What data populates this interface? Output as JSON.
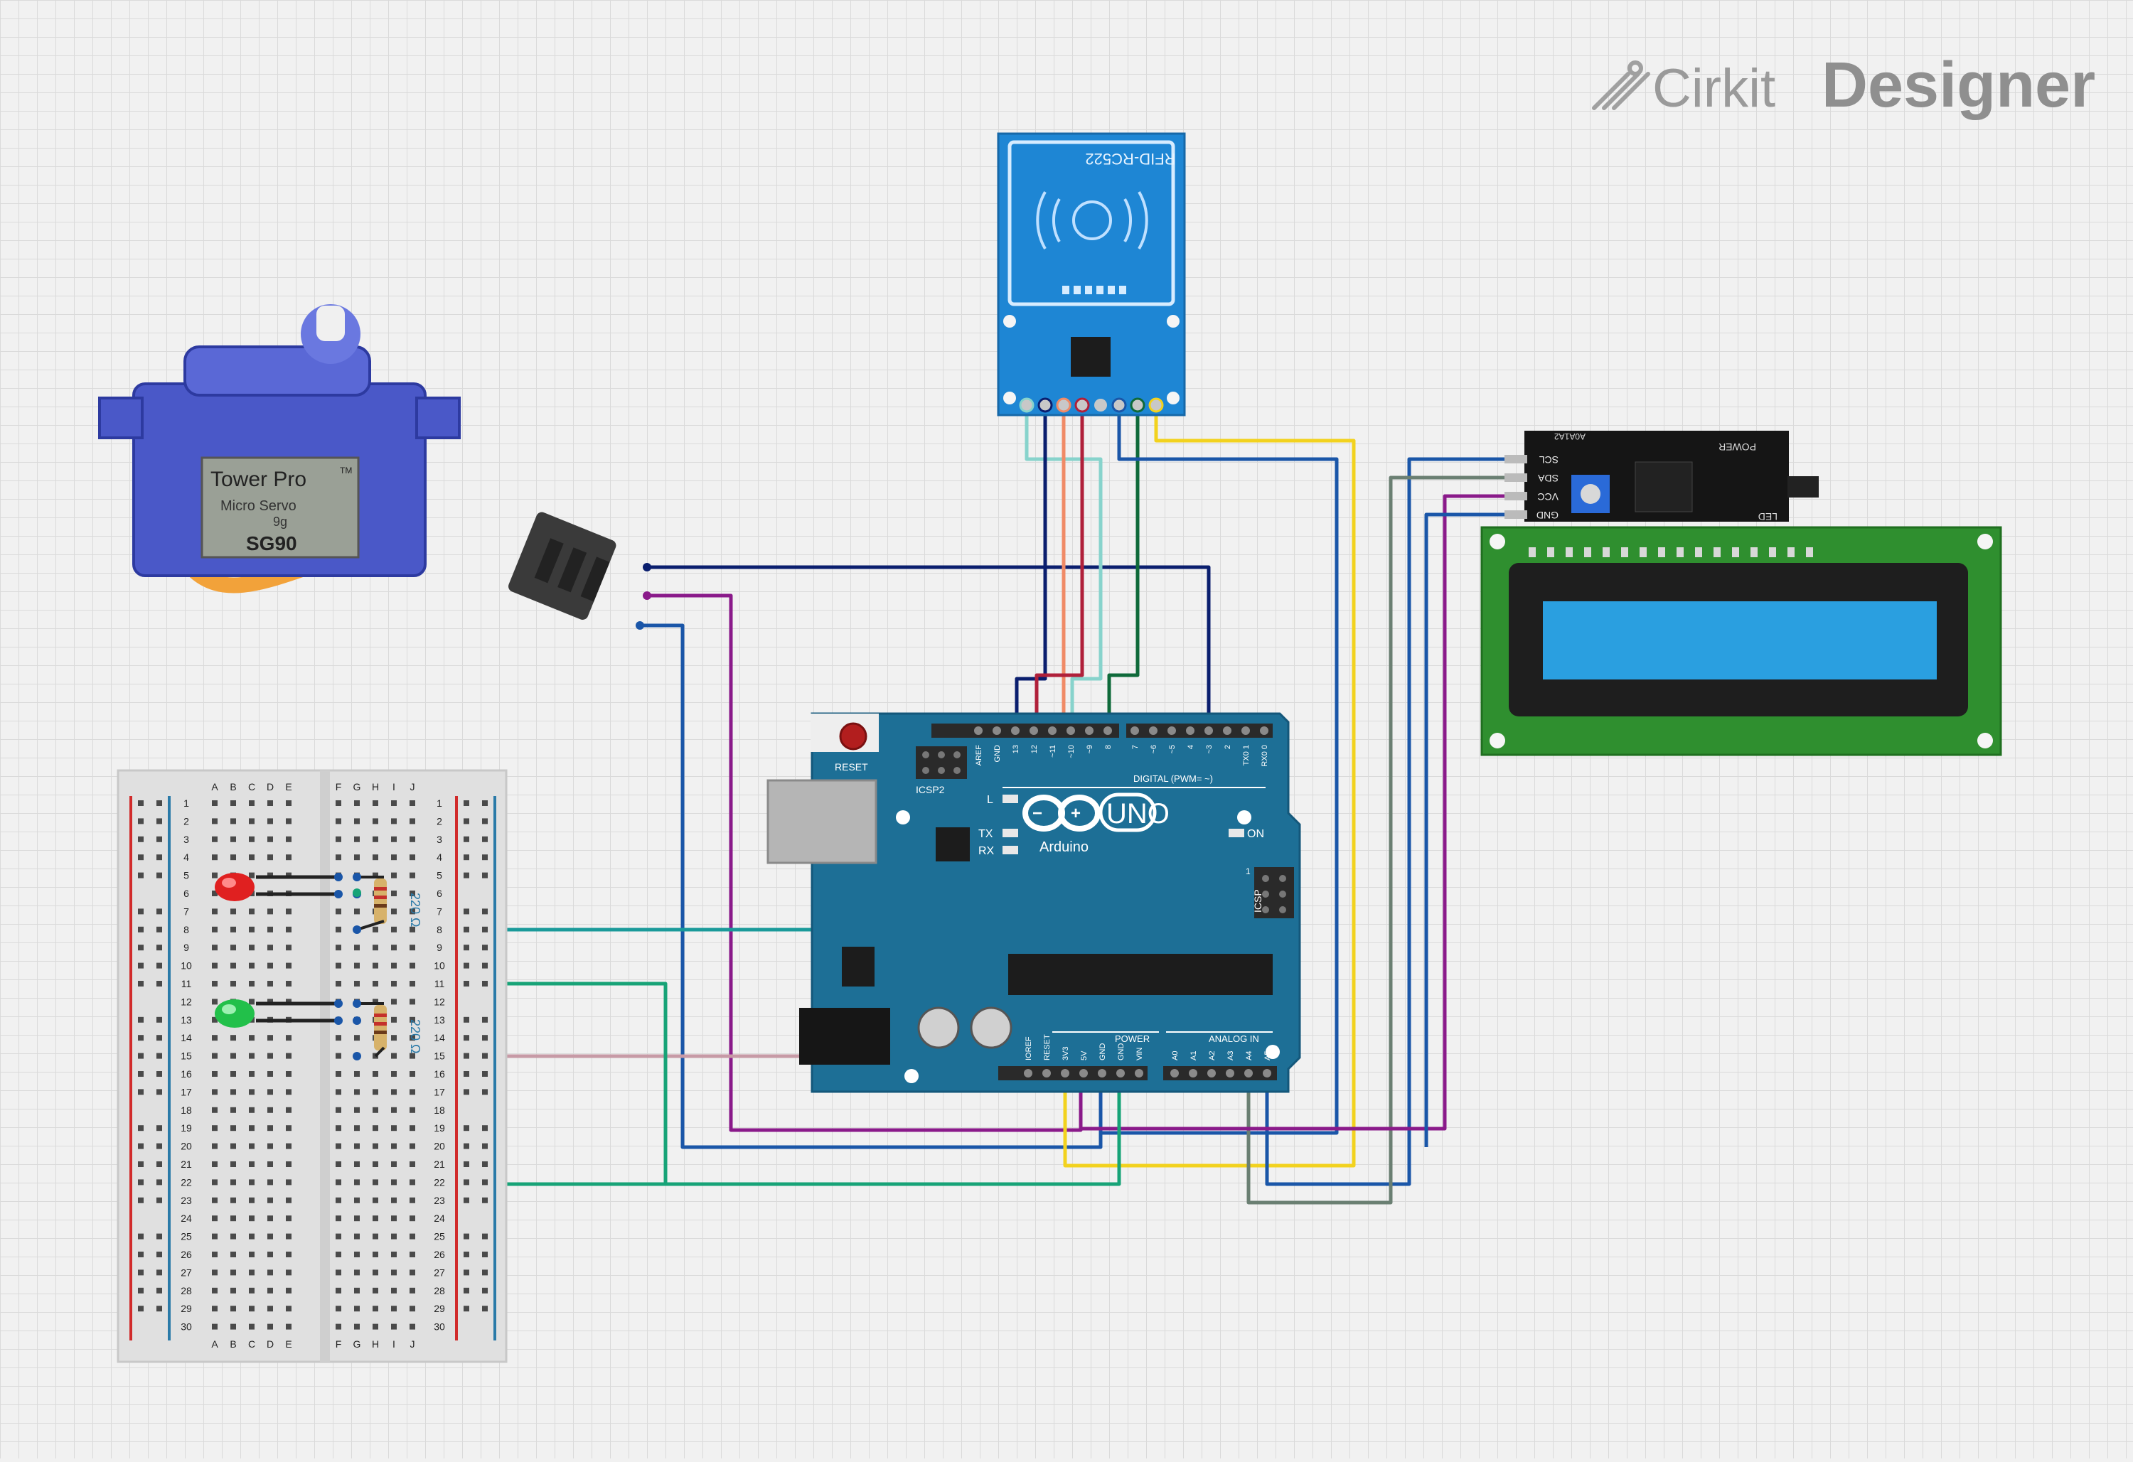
{
  "brand": {
    "logo_part1": "Cirkit",
    "logo_part2": "Designer"
  },
  "servo": {
    "brand": "Tower Pro",
    "tm": "TM",
    "subtitle": "Micro Servo",
    "weight": "9g",
    "model": "SG90"
  },
  "rfid": {
    "label": "RFID-RC522"
  },
  "arduino": {
    "reset_label": "RESET",
    "icsp2_label": "ICSP2",
    "icsp_label": "ICSP",
    "logo_word": "UNO",
    "arduino_word": "Arduino",
    "l_label": "L",
    "tx_label": "TX",
    "rx_label": "RX",
    "on_label": "ON",
    "digital_label": "DIGITAL (PWM= ~)",
    "power_label": "POWER",
    "analog_label": "ANALOG IN",
    "top_pins": [
      "AREF",
      "GND",
      "13",
      "12",
      "~11",
      "~10",
      "~9",
      "8",
      "7",
      "~6",
      "~5",
      "4",
      "~3",
      "2",
      "TX0 1",
      "RX0 0"
    ],
    "power_pins": [
      "IOREF",
      "RESET",
      "3V3",
      "5V",
      "GND",
      "GND",
      "VIN"
    ],
    "analog_pins": [
      "A0",
      "A1",
      "A2",
      "A3",
      "A4",
      "A5"
    ],
    "icsp_pin1": "1"
  },
  "lcd": {
    "i2c_pins": [
      "SCL",
      "SDA",
      "VCC",
      "GND"
    ],
    "power_label": "POWER",
    "led_label": "LED",
    "addr_label": "A0A1A2"
  },
  "breadboard": {
    "cols_left": [
      "A",
      "B",
      "C",
      "D",
      "E"
    ],
    "cols_right": [
      "F",
      "G",
      "H",
      "I",
      "J"
    ],
    "rows": [
      "1",
      "2",
      "3",
      "4",
      "5",
      "6",
      "7",
      "8",
      "9",
      "10",
      "11",
      "12",
      "13",
      "14",
      "15",
      "16",
      "17",
      "18",
      "19",
      "20",
      "21",
      "22",
      "23",
      "24",
      "25",
      "26",
      "27",
      "28",
      "29",
      "30"
    ]
  },
  "resistors": {
    "r1": "220 Ω",
    "r2": "220 Ω"
  },
  "colors": {
    "arduino_board": "#1d6f96",
    "rfid_board": "#1e86d4",
    "lcd_pcb": "#2f8f2f",
    "lcd_screen": "#2a9fe0",
    "wire_navy": "#0a1e6e",
    "wire_purple": "#8a1a8a",
    "wire_blue": "#1a56a8",
    "wire_yellow": "#f2d21e",
    "wire_teal": "#1a9a9a",
    "wire_green": "#17a377",
    "wire_gray": "#6a7f72",
    "wire_pink": "#c79aa6"
  }
}
